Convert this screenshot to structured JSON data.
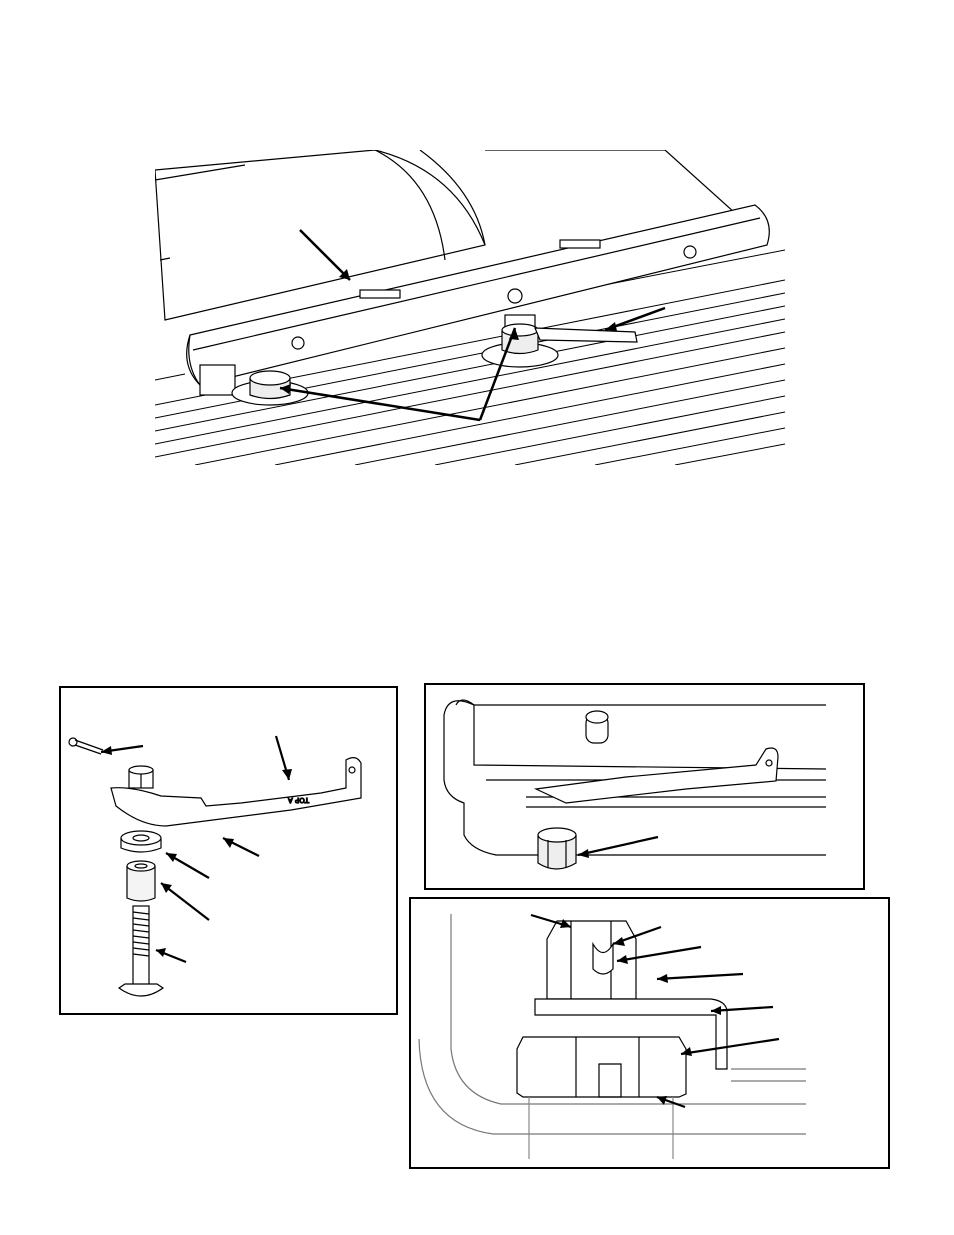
{
  "figures": {
    "top": {
      "name": "drawbar-assembly-overview"
    },
    "kit": {
      "name": "hardware-kit-exploded",
      "stamped_text": "TOP A"
    },
    "mount": {
      "name": "bracket-mount-view"
    },
    "detail": {
      "name": "castle-nut-detail"
    }
  },
  "colors": {
    "line": "#000000",
    "fill": "#ffffff",
    "shade": "#e6e6e6"
  }
}
